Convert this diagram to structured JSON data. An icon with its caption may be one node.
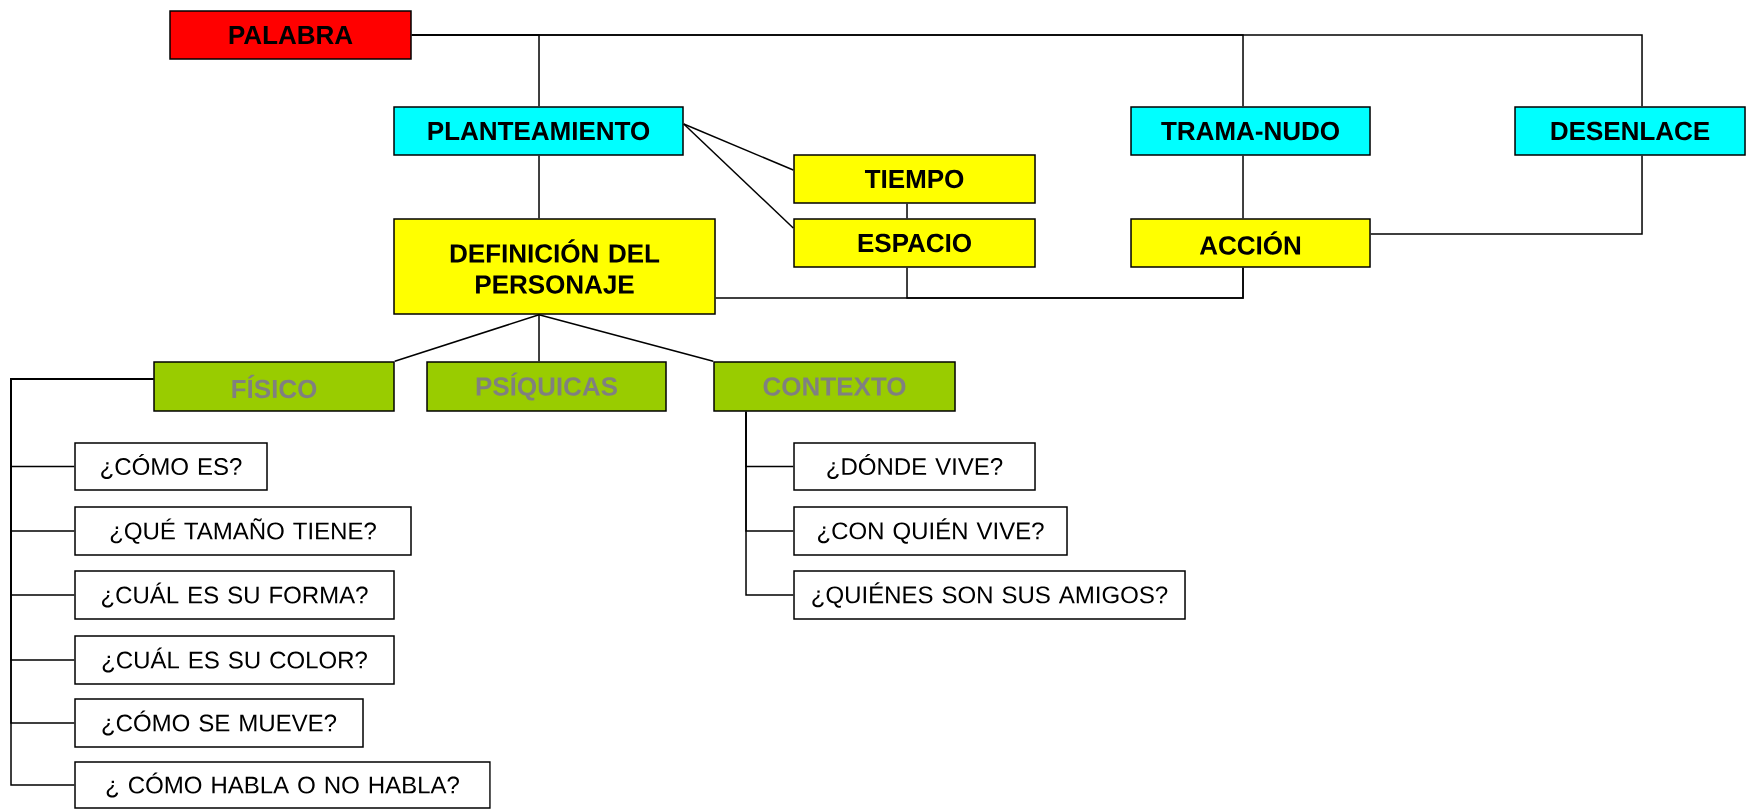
{
  "diagram": {
    "nodes": [
      {
        "text": [
          "PALABRA"
        ]
      },
      {
        "text": [
          "PLANTEAMIENTO"
        ]
      },
      {
        "text": [
          "TRAMA-NUDO"
        ]
      },
      {
        "text": [
          "DESENLACE"
        ]
      },
      {
        "text": [
          "TIEMPO"
        ]
      },
      {
        "text": [
          "ESPACIO"
        ]
      },
      {
        "text": [
          "DEFINICIÓN DEL PERSONAJE"
        ]
      },
      {
        "text": [
          "ACCIÓN"
        ]
      },
      {
        "text": [
          "FÍSICO"
        ]
      },
      {
        "text": [
          "PSÍQUICAS"
        ]
      },
      {
        "text": [
          "CONTEXTO"
        ]
      },
      {
        "text": [
          "¿CÓMO ES?"
        ]
      },
      {
        "text": [
          "¿QUÉ TAMAÑO TIENE?"
        ]
      },
      {
        "text": [
          "¿CUÁL ES SU FORMA?"
        ]
      },
      {
        "text": [
          "¿CUÁL ES SU COLOR?"
        ]
      },
      {
        "text": [
          "¿CÓMO SE MUEVE?"
        ]
      },
      {
        "text": [
          "¿ CÓMO HABLA O NO HABLA?"
        ]
      },
      {
        "text": [
          "¿DÓNDE VIVE?"
        ]
      },
      {
        "text": [
          "¿CON QUIÉN VIVE?"
        ]
      },
      {
        "text": [
          "¿QUIÉNES SON SUS AMIGOS?"
        ]
      }
    ],
    "edges": [
      {
        "from": 0,
        "to": 1,
        "arrow": "none"
      },
      {
        "from": 0,
        "to": 2,
        "arrow": "none"
      },
      {
        "from": 0,
        "to": 3,
        "arrow": "none"
      },
      {
        "from": 1,
        "to": 4,
        "arrow": "none"
      },
      {
        "from": 1,
        "to": 5,
        "arrow": "none"
      },
      {
        "from": 1,
        "to": 6,
        "arrow": "none"
      },
      {
        "from": 4,
        "to": 5,
        "arrow": "none"
      },
      {
        "from": 2,
        "to": 7,
        "arrow": "none"
      },
      {
        "from": 3,
        "to": 7,
        "arrow": "none"
      },
      {
        "from": 6,
        "to": 7,
        "arrow": "none"
      },
      {
        "from": 5,
        "to": 7,
        "arrow": "none"
      },
      {
        "from": 6,
        "to": 8,
        "arrow": "none"
      },
      {
        "from": 6,
        "to": 9,
        "arrow": "none"
      },
      {
        "from": 6,
        "to": 10,
        "arrow": "none"
      },
      {
        "from": 8,
        "to": 11,
        "arrow": "none"
      },
      {
        "from": 8,
        "to": 12,
        "arrow": "none"
      },
      {
        "from": 8,
        "to": 13,
        "arrow": "none"
      },
      {
        "from": 8,
        "to": 14,
        "arrow": "none"
      },
      {
        "from": 8,
        "to": 15,
        "arrow": "none"
      },
      {
        "from": 8,
        "to": 16,
        "arrow": "none"
      },
      {
        "from": 10,
        "to": 17,
        "arrow": "none"
      },
      {
        "from": 10,
        "to": 18,
        "arrow": "none"
      },
      {
        "from": 10,
        "to": 19,
        "arrow": "none"
      }
    ]
  }
}
